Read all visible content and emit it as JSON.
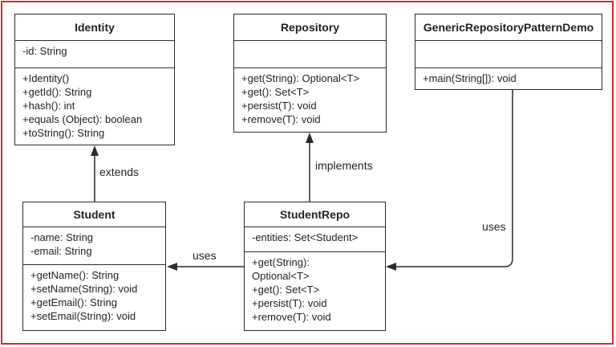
{
  "classes": {
    "identity": {
      "name": "Identity",
      "attributes": [
        "-id: String"
      ],
      "methods": [
        "+Identity()",
        "+getId(): String",
        "+hash(): int",
        "+equals (Object): boolean",
        "+toString(): String"
      ]
    },
    "repository": {
      "name": "Repository",
      "methods": [
        "+get(String): Optional<T>",
        "+get(): Set<T>",
        "+persist(T): void",
        "+remove(T): void"
      ]
    },
    "demo": {
      "name": "GenericRepositoryPatternDemo",
      "methods": [
        "+main(String[]): void"
      ]
    },
    "student": {
      "name": "Student",
      "attributes": [
        "-name: String",
        "-email: String"
      ],
      "methods": [
        "+getName(): String",
        "+setName(String): void",
        "+getEmail(): String",
        "+setEmail(String): void"
      ]
    },
    "studentRepo": {
      "name": "StudentRepo",
      "attributes": [
        "-entities: Set<Student>"
      ],
      "methods": [
        "+get(String):",
        "Optional<T>",
        "+get(): Set<T>",
        "+persist(T): void",
        "+remove(T): void"
      ]
    }
  },
  "relations": {
    "extends": "extends",
    "implements": "implements",
    "uses_repo": "uses",
    "uses_demo": "uses"
  },
  "colors": {
    "frame": "#d62a2a",
    "line": "#2b2b2b"
  }
}
